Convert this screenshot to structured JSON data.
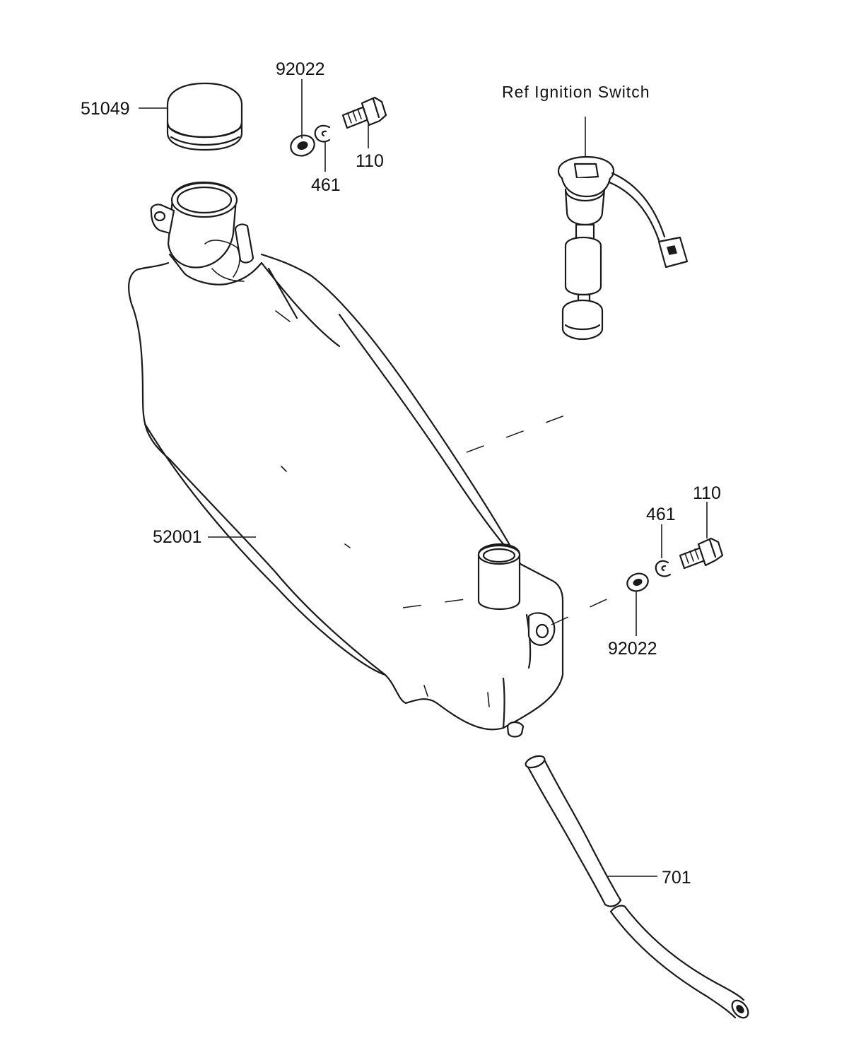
{
  "parts": {
    "cap": "51049",
    "washer_top": "92022",
    "clip_top": "461",
    "bolt_top": "110",
    "tank": "52001",
    "washer_right": "92022",
    "clip_right": "461",
    "bolt_right": "110",
    "hose": "701"
  },
  "reference": {
    "ignition_switch": "Ref  Ignition Switch"
  },
  "colors": {
    "line": "#1a1a1a",
    "background": "#ffffff"
  }
}
